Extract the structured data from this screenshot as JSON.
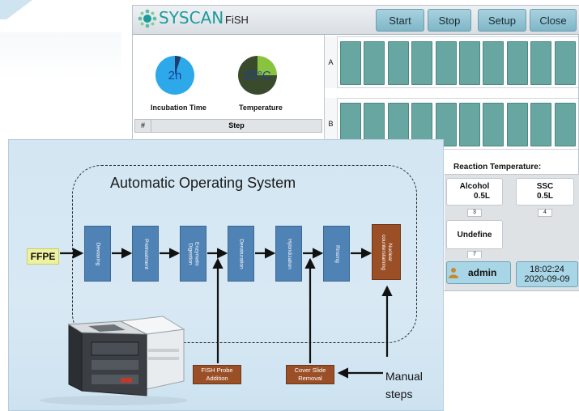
{
  "app": {
    "brand": "SYSCAN",
    "title": "FiSH",
    "toolbar": {
      "start_label": "Start",
      "stop_label": "Stop",
      "setup_label": "Setup",
      "close_label": "Close"
    },
    "incubation": {
      "value": "2h",
      "caption": "Incubation Time",
      "fraction": 0.05,
      "color": "#2da8e8"
    },
    "temperature": {
      "value": "25°C",
      "caption": "Temperature",
      "fraction": 0.25,
      "color": "#8ac43f"
    },
    "step_table": {
      "col_index": "#",
      "col_step": "Step"
    },
    "slide_rows": [
      {
        "label": "A",
        "slots": 10
      },
      {
        "label": "B",
        "slots": 10
      }
    ],
    "reaction_title": "Reaction Temperature:",
    "reagents": [
      {
        "name": "Alcohol",
        "volume": "0.5L",
        "number": "3"
      },
      {
        "name": "SSC",
        "volume": "0.5L",
        "number": "4"
      },
      {
        "name": "Undefine",
        "volume": "",
        "number": "7"
      }
    ],
    "user": "admin",
    "clock": {
      "time": "18:02:24",
      "date": "2020-09-09"
    },
    "colors": {
      "accent": "#1f9a9a",
      "slot": "#67a6a1",
      "button": "#8fc2d2"
    }
  },
  "diagram": {
    "title": "Automatic Operating System",
    "input": "FFPE",
    "steps": [
      "Dewaxing",
      "Pretreatment",
      "Enzymatic Digestion",
      "Denaturation",
      "Hybridization",
      "Rinsing",
      "Nuclear counterstaining"
    ],
    "manual_additions": [
      "FISH Probe Addition",
      "Cover Slide Removal"
    ],
    "manual_label_line1": "Manual",
    "manual_label_line2": "steps",
    "colors": {
      "step": "#4f82b5",
      "manual": "#9a4f27",
      "input": "#eef2a0"
    }
  }
}
